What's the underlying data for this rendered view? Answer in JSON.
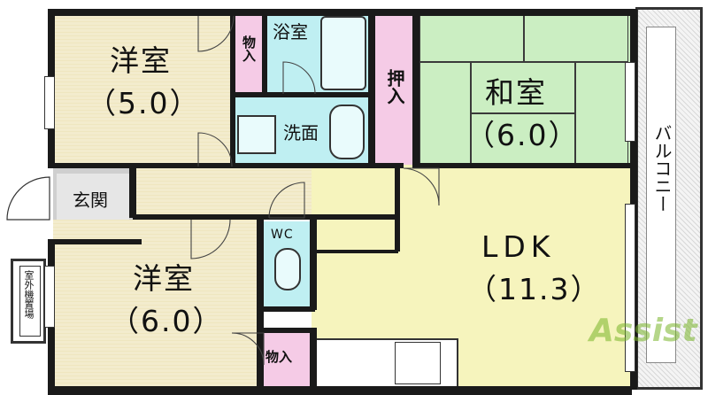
{
  "rooms": {
    "western_room_1": {
      "name": "洋室",
      "size": "（5.0）"
    },
    "western_room_2": {
      "name": "洋室",
      "size": "（6.0）"
    },
    "japanese_room": {
      "name": "和室",
      "size": "（6.0）"
    },
    "ldk": {
      "name": "LDK",
      "size": "（11.3）"
    },
    "bathroom": {
      "name": "浴室"
    },
    "washroom": {
      "name": "洗面"
    },
    "entrance": {
      "name": "玄関"
    },
    "toilet": {
      "name": "WC"
    },
    "storage_top": {
      "name": "物入"
    },
    "storage_hall": {
      "name": "物入"
    },
    "storage_bottom": {
      "name": "物入"
    },
    "closet": {
      "name": "押入"
    },
    "balcony": {
      "name": "バルコニー"
    },
    "outdoor_unit": {
      "name": "室外機置場"
    }
  },
  "watermark": "Assist",
  "colors": {
    "western_floor": "#f3ecca",
    "ldk_floor": "#f6f4bd",
    "tatami": "#cbeec2",
    "wet_area": "#bfeff2",
    "storage": "#f5cbe6",
    "entrance": "#cfcfcf",
    "wall": "#1a1a1a"
  }
}
